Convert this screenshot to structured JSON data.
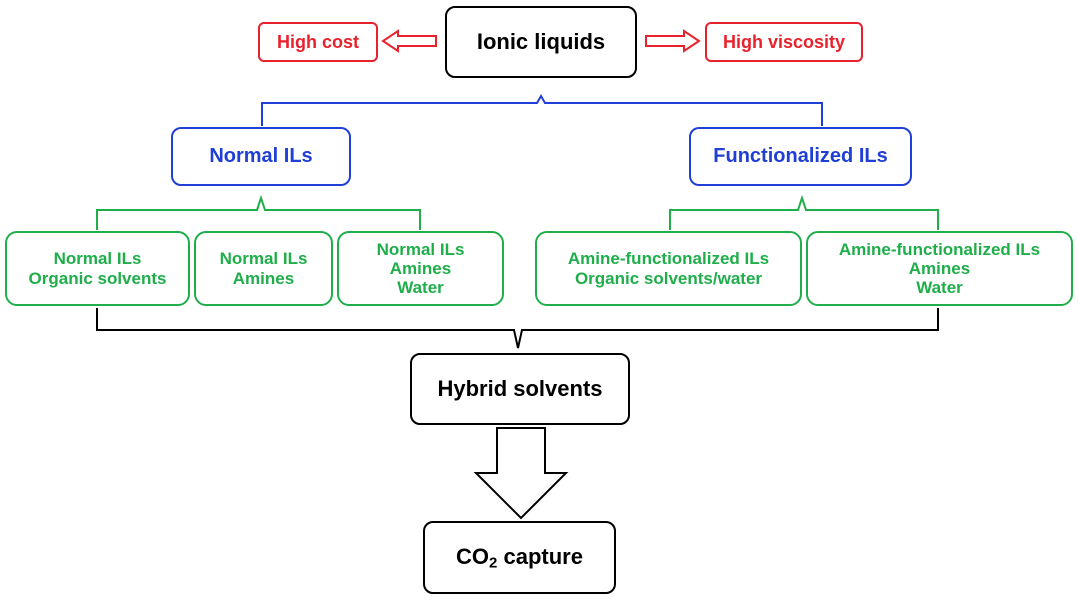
{
  "root": {
    "label": "Ionic liquids"
  },
  "drawbacks": {
    "left": "High cost",
    "right": "High viscosity"
  },
  "categories": {
    "normal": "Normal ILs",
    "functionalized": "Functionalized ILs"
  },
  "normal_mixtures": [
    {
      "lines": [
        "Normal ILs",
        "Organic solvents"
      ]
    },
    {
      "lines": [
        "Normal ILs",
        "Amines"
      ]
    },
    {
      "lines": [
        "Normal ILs",
        "Amines",
        "Water"
      ]
    }
  ],
  "functionalized_mixtures": [
    {
      "lines": [
        "Amine-functionalized ILs",
        "Organic solvents/water"
      ]
    },
    {
      "lines": [
        "Amine-functionalized ILs",
        "Amines",
        "Water"
      ]
    }
  ],
  "hybrid": {
    "label": "Hybrid solvents"
  },
  "capture": {
    "prefix": "CO",
    "subscript": "2",
    "suffix": " capture"
  },
  "colors": {
    "drawback": "#e8222c",
    "category": "#1f3fd6",
    "mixture": "#1fae4a",
    "main": "#000000"
  }
}
